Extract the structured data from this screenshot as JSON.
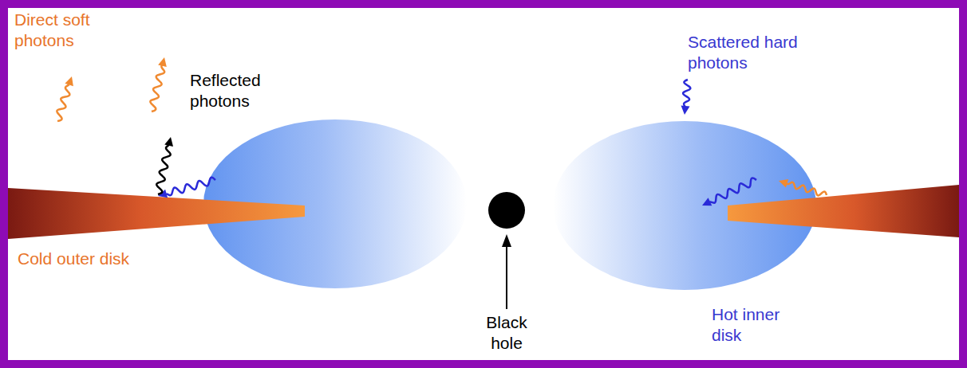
{
  "diagram": {
    "labels": [
      "Direct soft photons",
      "Reflected photons",
      "Scattered hard photons",
      "Cold outer disk",
      "Black hole",
      "Hot inner disk"
    ]
  }
}
